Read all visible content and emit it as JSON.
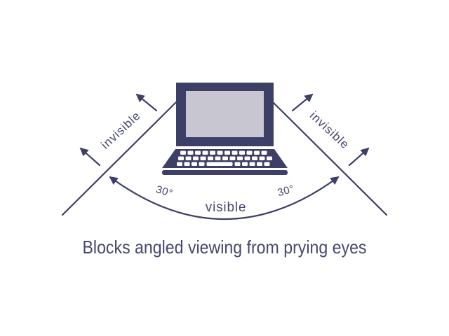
{
  "diagram": {
    "caption": "Blocks angled viewing from prying eyes",
    "labels": {
      "left_invisible": "invisible",
      "right_invisible": "invisible",
      "left_angle": "30°",
      "right_angle": "30°",
      "visible": "visible"
    }
  },
  "colors": {
    "ink": "#3d3f66",
    "text": "#45476e",
    "screen": "#c7c6d1",
    "keys": "#ffffff",
    "background": "#ffffff"
  }
}
